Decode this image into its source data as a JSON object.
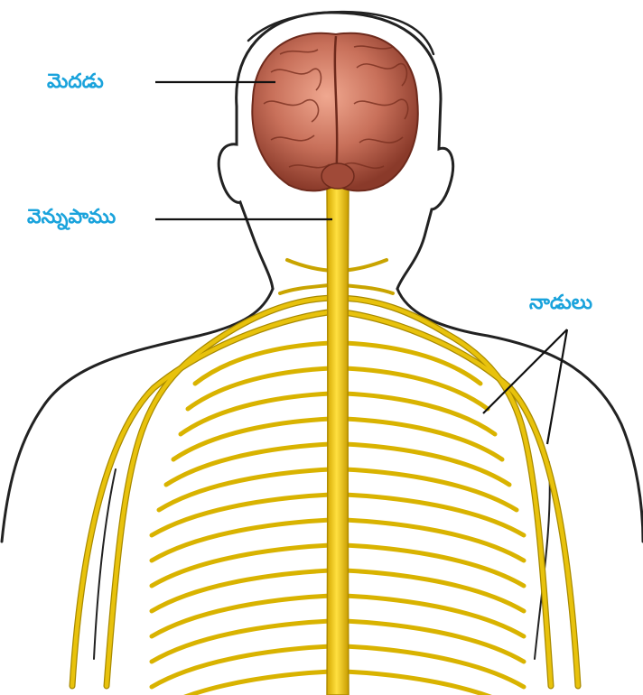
{
  "labels": {
    "brain": "మెదడు",
    "spinal_cord": "వెన్నుపాము",
    "nerves": "నాడులు"
  },
  "colors": {
    "label": "#1aa3dc",
    "nerve": "#e8c20c",
    "nerve_edge": "#a88a00",
    "brain": "#c8705a",
    "outline": "#222222"
  }
}
